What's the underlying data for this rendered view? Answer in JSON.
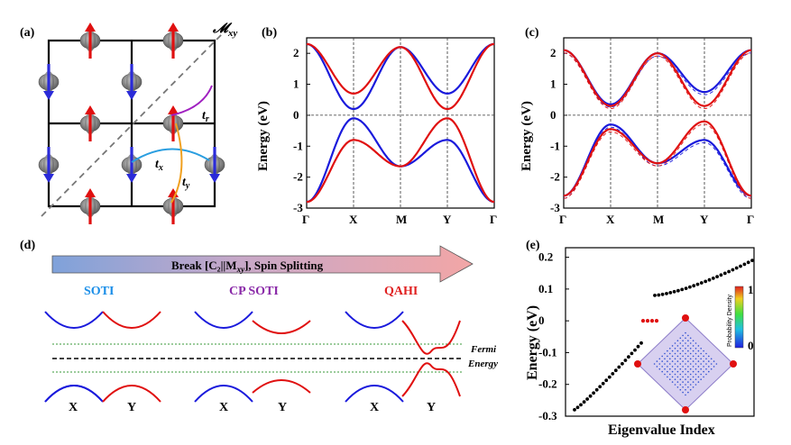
{
  "panels": {
    "a": {
      "label": "(a)",
      "mirror_label": "𝓜",
      "mirror_sub": "xy",
      "t_x": "t",
      "t_x_sub": "x",
      "t_y": "t",
      "t_y_sub": "y",
      "t_r": "t",
      "t_r_sub": "r"
    },
    "b": {
      "label": "(b)",
      "ylabel": "Energy (eV)"
    },
    "c": {
      "label": "(c)",
      "ylabel": "Energy (eV)"
    },
    "d": {
      "label": "(d)",
      "arrow_text": "Break [C₂||M",
      "arrow_text_sub": "xy",
      "arrow_text_end": "], Spin Splitting",
      "phases": [
        "SOTI",
        "CP SOTI",
        "QAHI"
      ],
      "k_labels": [
        "X",
        "Y",
        "X",
        "Y",
        "X",
        "Y"
      ],
      "fermi_line1": "Fermi",
      "fermi_line2": "Energy"
    },
    "e": {
      "label": "(e)",
      "ylabel": "Energy (eV)",
      "xlabel": "Eigenvalue Index",
      "colorbar_label": "Probability Density",
      "colorbar_ticks": [
        "1",
        "0"
      ]
    }
  },
  "chart_data": [
    {
      "type": "line",
      "panel": "b",
      "xticks": [
        "Γ",
        "X",
        "M",
        "Y",
        "Γ"
      ],
      "ylabel": "Energy (eV)",
      "ylim": [
        -3,
        2.5
      ],
      "yticks": [
        "-3",
        "-2",
        "-1",
        "0",
        "1",
        "2"
      ],
      "series": [
        {
          "color": "#1a1adc",
          "upper": [
            2.3,
            0.2,
            2.2,
            0.7,
            2.3
          ],
          "lower": [
            -2.8,
            -0.1,
            -1.65,
            -0.8,
            -2.8
          ]
        },
        {
          "color": "#e01010",
          "upper": [
            2.3,
            0.7,
            2.2,
            0.2,
            2.3
          ],
          "lower": [
            -2.8,
            -0.8,
            -1.65,
            -0.1,
            -2.8
          ]
        }
      ]
    },
    {
      "type": "line",
      "panel": "c",
      "xticks": [
        "Γ",
        "X",
        "M",
        "Y",
        "Γ"
      ],
      "ylabel": "Energy (eV)",
      "ylim": [
        -3,
        2.5
      ],
      "yticks": [
        "-3",
        "-2",
        "-1",
        "0",
        "1",
        "2"
      ],
      "series": [
        {
          "color": "#1a1adc",
          "upper": [
            2.1,
            0.35,
            2.0,
            0.75,
            2.1
          ],
          "lower": [
            -2.6,
            -0.3,
            -1.55,
            -0.8,
            -2.6
          ]
        },
        {
          "color": "#e01010",
          "upper": [
            2.1,
            0.3,
            2.0,
            0.3,
            2.1
          ],
          "lower": [
            -2.6,
            -0.45,
            -1.55,
            -0.2,
            -2.6
          ]
        }
      ]
    },
    {
      "type": "scatter",
      "panel": "e",
      "xlabel": "Eigenvalue Index",
      "ylabel": "Energy (eV)",
      "ylim": [
        -0.3,
        0.23
      ],
      "yticks": [
        "0.2",
        "0.1",
        "0",
        "-0.1",
        "-0.2",
        "-0.3"
      ],
      "corner_states": {
        "color": "#e01010",
        "energy": 0.0,
        "count": 4
      },
      "bulk_edge_states": {
        "color": "#000000",
        "lower_range": [
          -0.28,
          -0.07
        ],
        "upper_range": [
          0.08,
          0.19
        ]
      }
    }
  ]
}
